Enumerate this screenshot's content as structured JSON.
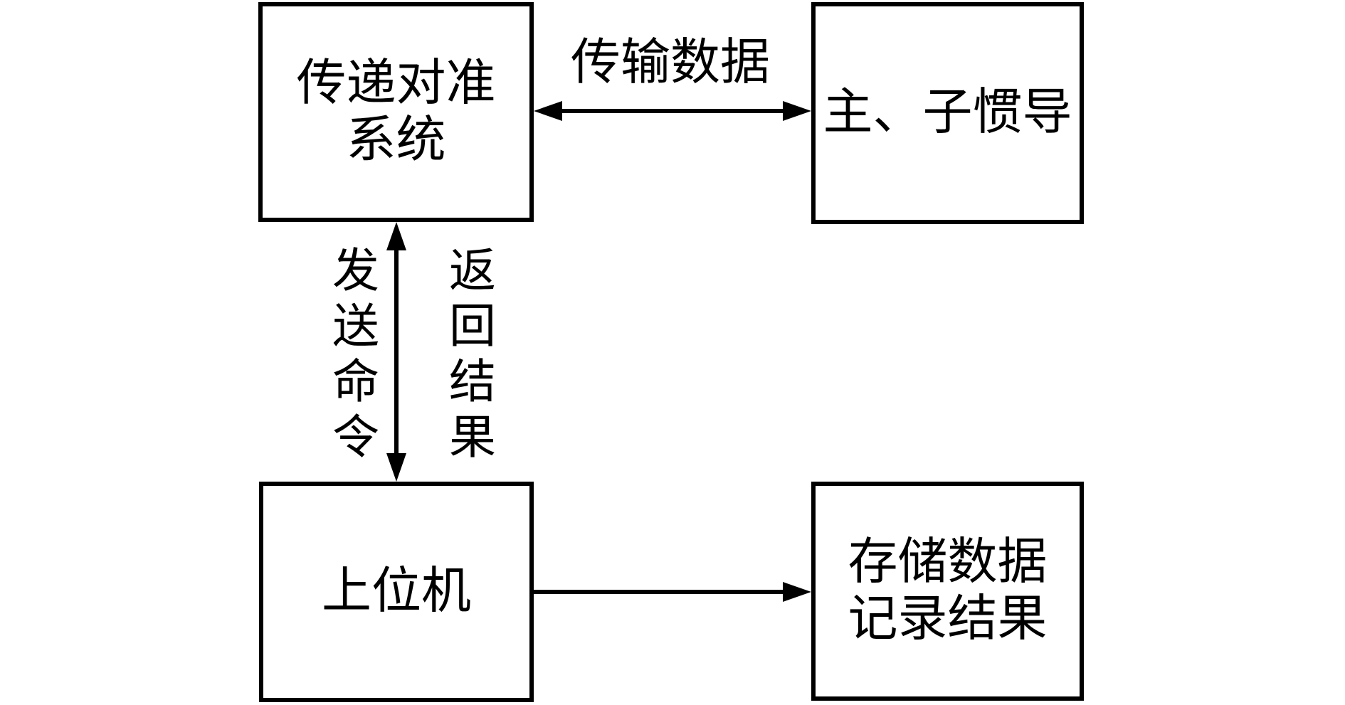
{
  "diagram": {
    "colors": {
      "line": "#000000",
      "background": "#ffffff",
      "text": "#000000"
    },
    "boxes": {
      "transfer_alignment_system": {
        "line1": "传递对准",
        "line2": "系统"
      },
      "master_sub_inertial_nav": {
        "line1": "主、子惯导"
      },
      "host_computer": {
        "line1": "上位机"
      },
      "data_storage": {
        "line1": "存储数据",
        "line2": "记录结果"
      }
    },
    "labels": {
      "transmit_data": "传输数据",
      "send_command": "发送命令",
      "return_result": "返回结果"
    }
  }
}
